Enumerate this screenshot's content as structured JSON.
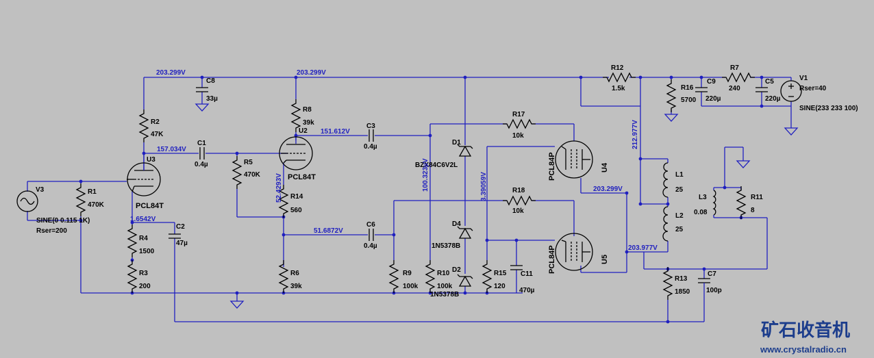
{
  "components": {
    "R1": {
      "name": "R1",
      "value": "470K"
    },
    "R2": {
      "name": "R2",
      "value": "47K"
    },
    "R3": {
      "name": "R3",
      "value": "200"
    },
    "R4": {
      "name": "R4",
      "value": "1500"
    },
    "R5": {
      "name": "R5",
      "value": "470K"
    },
    "R6": {
      "name": "R6",
      "value": "39k"
    },
    "R7": {
      "name": "R7",
      "value": "240"
    },
    "R8": {
      "name": "R8",
      "value": "39k"
    },
    "R9": {
      "name": "R9",
      "value": "100k"
    },
    "R10": {
      "name": "R10",
      "value": "100k"
    },
    "R11": {
      "name": "R11",
      "value": "8"
    },
    "R12": {
      "name": "R12",
      "value": "1.5k"
    },
    "R13": {
      "name": "R13",
      "value": "1850"
    },
    "R14": {
      "name": "R14",
      "value": "560"
    },
    "R15": {
      "name": "R15",
      "value": "120"
    },
    "R16": {
      "name": "R16",
      "value": "5700"
    },
    "R17": {
      "name": "R17",
      "value": "10k"
    },
    "R18": {
      "name": "R18",
      "value": "10k"
    },
    "C1": {
      "name": "C1",
      "value": "0.4µ"
    },
    "C2": {
      "name": "C2",
      "value": "47µ"
    },
    "C3": {
      "name": "C3",
      "value": "0.4µ"
    },
    "C5": {
      "name": "C5",
      "value": "220µ"
    },
    "C6": {
      "name": "C6",
      "value": "0.4µ"
    },
    "C7": {
      "name": "C7",
      "value": "100p"
    },
    "C8": {
      "name": "C8",
      "value": "33µ"
    },
    "C9": {
      "name": "C9",
      "value": "220µ"
    },
    "C11": {
      "name": "C11",
      "value": "470µ"
    },
    "L1": {
      "name": "L1",
      "value": "25"
    },
    "L2": {
      "name": "L2",
      "value": "25"
    },
    "L3": {
      "name": "L3",
      "value": "0.08"
    },
    "D1": {
      "name": "D1",
      "value": "BZX84C6V2L"
    },
    "D2": {
      "name": "D2",
      "value": "1N5378B"
    },
    "D4": {
      "name": "D4",
      "value": "1N5378B"
    },
    "U2": {
      "name": "U2",
      "value": "PCL84T"
    },
    "U3": {
      "name": "U3",
      "value": "PCL84T"
    },
    "U4": {
      "name": "U4",
      "value": "PCL84P"
    },
    "U5": {
      "name": "U5",
      "value": "PCL84P"
    },
    "V1": {
      "name": "V1",
      "param": "Rser=40",
      "value": "SINE(233 233 100)"
    },
    "V3": {
      "name": "V3",
      "value": "SINE(0 0.115 1K)",
      "param": "Rser=200"
    }
  },
  "voltages": {
    "v_top_left": "203.299V",
    "v_top_mid": "203.299V",
    "v_u3_plate": "157.034V",
    "v_u2_plate": "151.612V",
    "v_u3_cathode": "1.6542V",
    "v_u2_cathode": "52.4293V",
    "v_r6_node": "51.6872V",
    "v_d1": "100.323µV",
    "v_d4": "3.39059V",
    "v_r12": "212.977V",
    "v_u4_screen": "203.299V",
    "v_u5_plate": "203.977V"
  },
  "watermark": {
    "brand": "矿石收音机",
    "url": "www.crystalradio.cn"
  }
}
